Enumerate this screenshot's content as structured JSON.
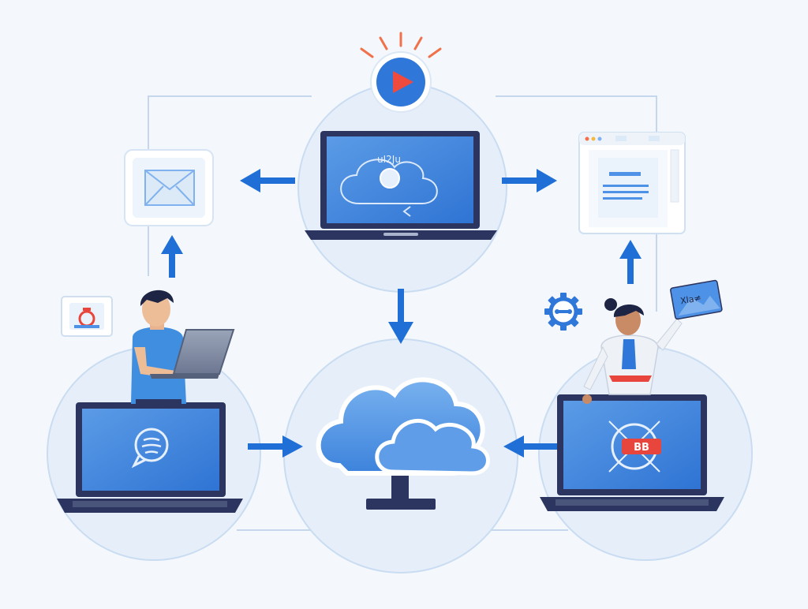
{
  "colors": {
    "background": "#f4f8fc",
    "accent_blue": "#1f6fd6",
    "screen_blue": "#3f86e0",
    "screen_light": "#7fb2ee",
    "navy": "#2c3560",
    "red": "#e8463c",
    "orange": "#f0714a",
    "circle_fill": "#e6eff9",
    "circle_stroke": "#c6daf0",
    "connector": "#b9d1ea"
  },
  "icons": {
    "play": "play-icon",
    "email": "envelope-icon",
    "document": "browser-document-icon",
    "cloud": "cloud-server-icon",
    "chat": "chat-bubble-icon",
    "gear": "gear-icon",
    "lock": "lock-icon",
    "badge": "red-badge-icon"
  },
  "labels": {
    "top_screen_text": "uI2Ju",
    "card_text": "Xla≠",
    "badge_text": "BB"
  }
}
